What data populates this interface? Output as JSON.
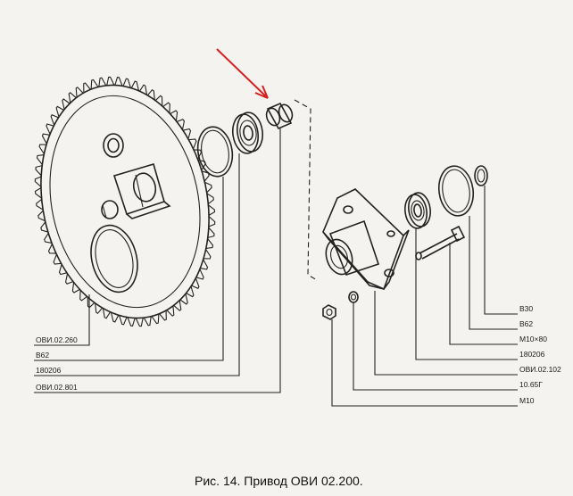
{
  "caption": "Рис. 14. Привод ОВИ 02.200.",
  "left_labels": [
    "ОВИ.02.260",
    "В62",
    "180206",
    "ОВИ.02.801"
  ],
  "right_labels": [
    "В30",
    "В62",
    "М10×80",
    "180206",
    "ОВИ.02.102",
    "10.65Г",
    "М10"
  ],
  "colors": {
    "ink": "#222222",
    "arrow": "#d42020",
    "paper": "#f4f3ef"
  }
}
